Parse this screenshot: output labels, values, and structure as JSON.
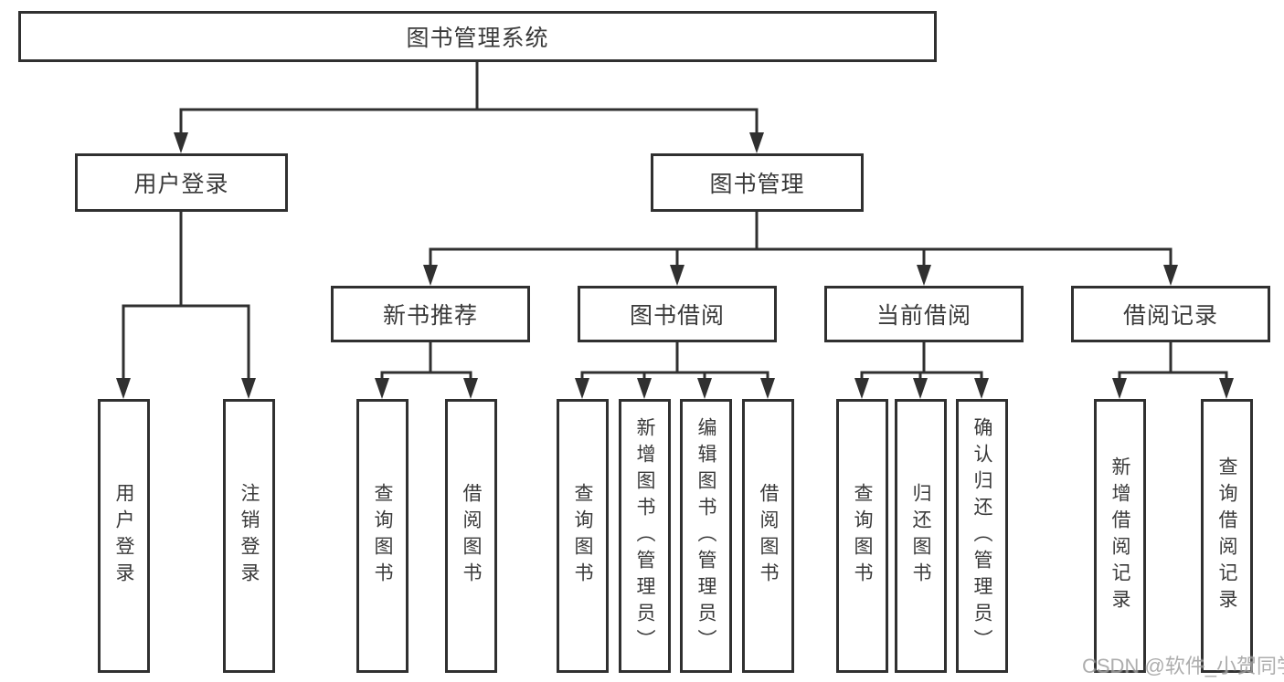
{
  "tree": {
    "root": {
      "label": "图书管理系统"
    },
    "branches": [
      {
        "label": "用户登录",
        "children": [
          {
            "label": "用户登录"
          },
          {
            "label": "注销登录"
          }
        ]
      },
      {
        "label": "图书管理",
        "children": [
          {
            "label": "新书推荐",
            "children": [
              {
                "label": "查询图书"
              },
              {
                "label": "借阅图书"
              }
            ]
          },
          {
            "label": "图书借阅",
            "children": [
              {
                "label": "查询图书"
              },
              {
                "label": "新增图书（管理员）"
              },
              {
                "label": "编辑图书（管理员）"
              },
              {
                "label": "借阅图书"
              }
            ]
          },
          {
            "label": "当前借阅",
            "children": [
              {
                "label": "查询图书"
              },
              {
                "label": "归还图书"
              },
              {
                "label": "确认归还（管理员）"
              }
            ]
          },
          {
            "label": "借阅记录",
            "children": [
              {
                "label": "新增借阅记录"
              },
              {
                "label": "查询借阅记录"
              }
            ]
          }
        ]
      }
    ]
  },
  "watermark": "CSDN @软件_小贺同学",
  "colors": {
    "line": "#303030",
    "text": "#3a3a3a",
    "box_background": "#ffffff",
    "watermark": "#9f9f9f"
  }
}
